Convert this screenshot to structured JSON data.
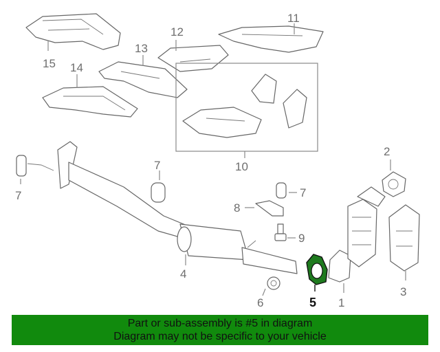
{
  "callouts": {
    "c1": "1",
    "c2": "2",
    "c3": "3",
    "c4": "4",
    "c5": "5",
    "c6": "6",
    "c7a": "7",
    "c7b": "7",
    "c7c": "7",
    "c8": "8",
    "c9": "9",
    "c10": "10",
    "c11": "11",
    "c12": "12",
    "c13": "13",
    "c14": "14",
    "c15": "15"
  },
  "highlight_part": "5",
  "colors": {
    "banner": "#118a0d",
    "highlight": "#1e7a1e",
    "line": "#666666"
  },
  "banner": {
    "line1": "Part or sub-assembly is #5 in diagram",
    "line2": "Diagram may not be specific to your vehicle"
  }
}
